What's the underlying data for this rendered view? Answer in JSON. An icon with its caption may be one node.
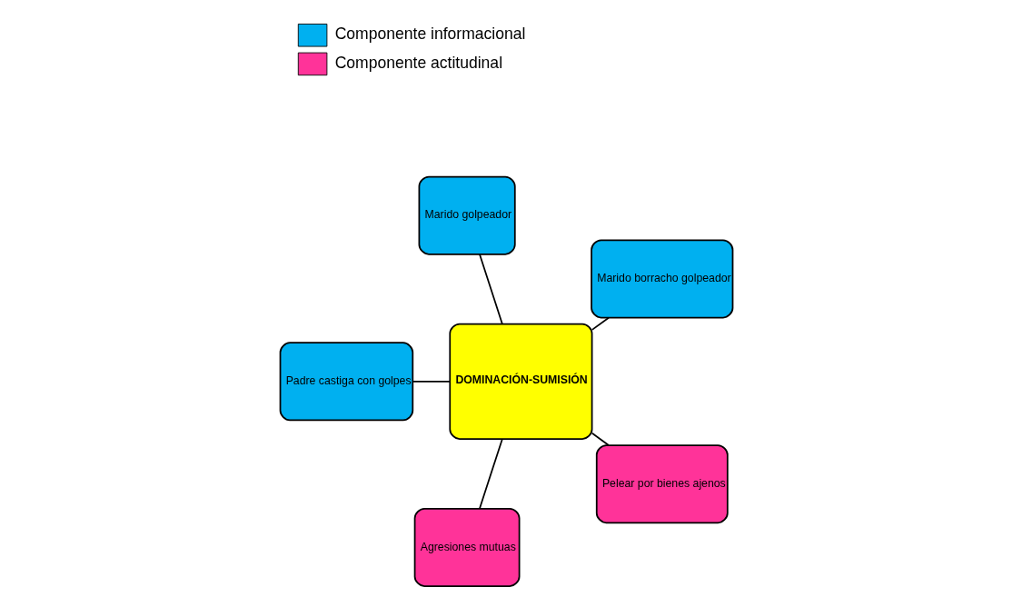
{
  "diagram": {
    "nodes": [
      {
        "text": [
          "DOMINACIÓN-SUMISIÓN"
        ]
      },
      {
        "text": [
          "Marido borracho golpeador"
        ]
      },
      {
        "text": [
          "Marido golpeador"
        ]
      },
      {
        "text": [
          "Padre castiga con golpes"
        ]
      },
      {
        "text": [
          "Agresiones mutuas"
        ]
      },
      {
        "text": [
          "Pelear por bienes ajenos"
        ]
      }
    ],
    "edges": [
      {
        "from": 0,
        "to": 1,
        "arrow": "none"
      },
      {
        "from": 0,
        "to": 2,
        "arrow": "none"
      },
      {
        "from": 0,
        "to": 3,
        "arrow": "none"
      },
      {
        "from": 0,
        "to": 4,
        "arrow": "none"
      },
      {
        "from": 0,
        "to": 5,
        "arrow": "none"
      }
    ],
    "legend": [
      {
        "text": "Componente informacional",
        "color": "#00b0f0"
      },
      {
        "text": "Componente actitudinal",
        "color": "#ff3399"
      }
    ]
  }
}
